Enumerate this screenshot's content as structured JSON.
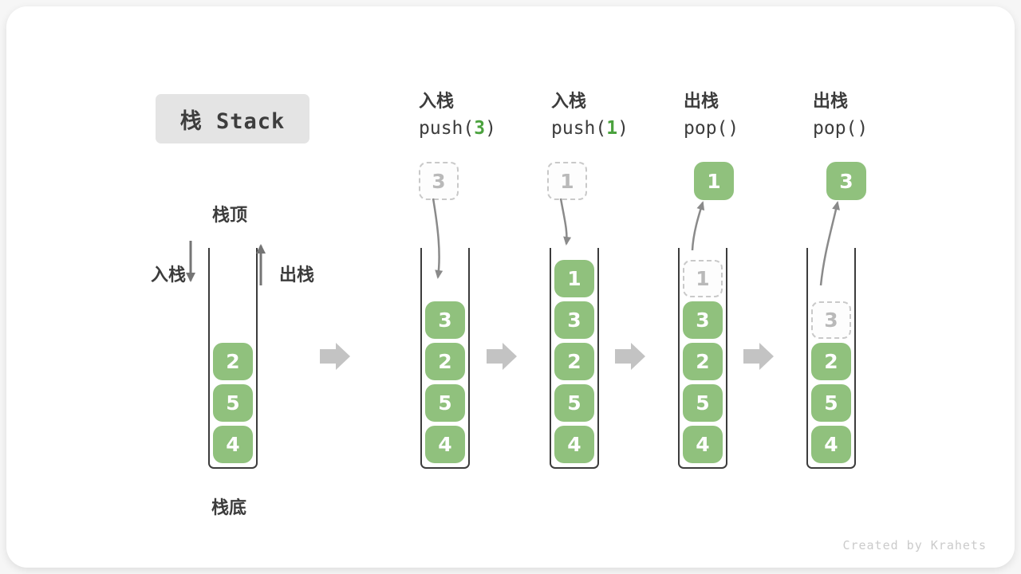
{
  "title": "栈 Stack",
  "labels": {
    "stack_top": "栈顶",
    "stack_bottom": "栈底",
    "push_arrow": "入栈",
    "pop_arrow": "出栈"
  },
  "watermark": "Created by Krahets",
  "colors": {
    "cell_green": "#90C17D",
    "code_arg_green": "#4BA23E",
    "ghost_border_gray": "#C9C9C9",
    "well_border_dark": "#3C3C3C",
    "curved_arrow_gray": "#8A8A8A",
    "straight_arrow_gray": "#757575",
    "flow_arrow_gray": "#C3C3C3",
    "title_badge_bg": "#E4E4E4"
  },
  "operations": [
    {
      "label": "入栈",
      "code_pre": "push(",
      "code_arg": "3",
      "code_post": ")"
    },
    {
      "label": "入栈",
      "code_pre": "push(",
      "code_arg": "1",
      "code_post": ")"
    },
    {
      "label": "出栈",
      "code_pre": "pop(",
      "code_arg": "",
      "code_post": ")"
    },
    {
      "label": "出栈",
      "code_pre": "pop(",
      "code_arg": "",
      "code_post": ")"
    }
  ],
  "stacks": [
    {
      "cells": [
        {
          "v": "2"
        },
        {
          "v": "5"
        },
        {
          "v": "4"
        }
      ],
      "float": null
    },
    {
      "cells": [
        {
          "v": "3"
        },
        {
          "v": "2"
        },
        {
          "v": "5"
        },
        {
          "v": "4"
        }
      ],
      "float": {
        "v": "3",
        "style": "ghost"
      }
    },
    {
      "cells": [
        {
          "v": "1"
        },
        {
          "v": "3"
        },
        {
          "v": "2"
        },
        {
          "v": "5"
        },
        {
          "v": "4"
        }
      ],
      "float": {
        "v": "1",
        "style": "ghost"
      }
    },
    {
      "cells": [
        {
          "v": "1",
          "ghost": true
        },
        {
          "v": "3"
        },
        {
          "v": "2"
        },
        {
          "v": "5"
        },
        {
          "v": "4"
        }
      ],
      "float": {
        "v": "1",
        "style": "solid"
      }
    },
    {
      "cells": [
        {
          "v": "3",
          "ghost": true
        },
        {
          "v": "2"
        },
        {
          "v": "5"
        },
        {
          "v": "4"
        }
      ],
      "float": {
        "v": "3",
        "style": "solid"
      }
    }
  ]
}
